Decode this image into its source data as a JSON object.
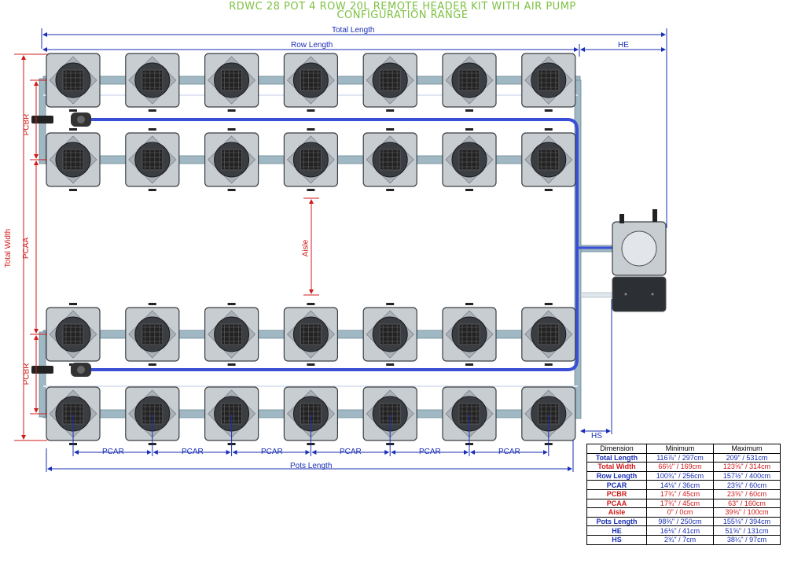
{
  "title": {
    "line1": "RDWC 28 POT 4 ROW 20L REMOTE HEADER KIT WITH AIR PUMP",
    "line2": "CONFIGURATION RANGE"
  },
  "labels": {
    "total_length": "Total Length",
    "row_length": "Row Length",
    "he": "HE",
    "hs": "HS",
    "pots_length": "Pots Length",
    "pcar": "PCAR",
    "pcbr": "PCBR",
    "pcaa": "PCAA",
    "total_width": "Total Width",
    "aisle": "Aisle"
  },
  "layout_info": {
    "rows": 4,
    "pots_per_row": 7
  },
  "colors": {
    "blue": "#1a2fb5",
    "red": "#d01a1a",
    "green_title": "#7cc142",
    "pipe": "#9fb8c3",
    "airline": "#3b4fd6"
  },
  "table": {
    "headers": [
      "Dimension",
      "Minimum",
      "Maximum"
    ],
    "rows": [
      {
        "dim": "Total Length",
        "min": "116⅞\" / 297cm",
        "max": "209\" / 531cm",
        "color": "blue"
      },
      {
        "dim": "Total Width",
        "min": "66½\" / 169cm",
        "max": "123⅝\" / 314cm",
        "color": "red"
      },
      {
        "dim": "Row Length",
        "min": "100¾\" / 256cm",
        "max": "157½\" / 400cm",
        "color": "blue"
      },
      {
        "dim": "PCAR",
        "min": "14⅛\" / 36cm",
        "max": "23⅝\" / 60cm",
        "color": "blue"
      },
      {
        "dim": "PCBR",
        "min": "17¾\" / 45cm",
        "max": "23⅝\" / 60cm",
        "color": "red"
      },
      {
        "dim": "PCAA",
        "min": "17¾\" / 45cm",
        "max": "63\" / 160cm",
        "color": "red"
      },
      {
        "dim": "Aisle",
        "min": "0\" / 0cm",
        "max": "39⅜\" / 100cm",
        "color": "red"
      },
      {
        "dim": "Pots Length",
        "min": "98⅜\" / 250cm",
        "max": "155⅛\" / 394cm",
        "color": "blue"
      },
      {
        "dim": "HE",
        "min": "16⅛\" / 41cm",
        "max": "51⅝\" / 131cm",
        "color": "blue"
      },
      {
        "dim": "HS",
        "min": "2¾\" / 7cm",
        "max": "38¼\" / 97cm",
        "color": "blue"
      }
    ]
  }
}
